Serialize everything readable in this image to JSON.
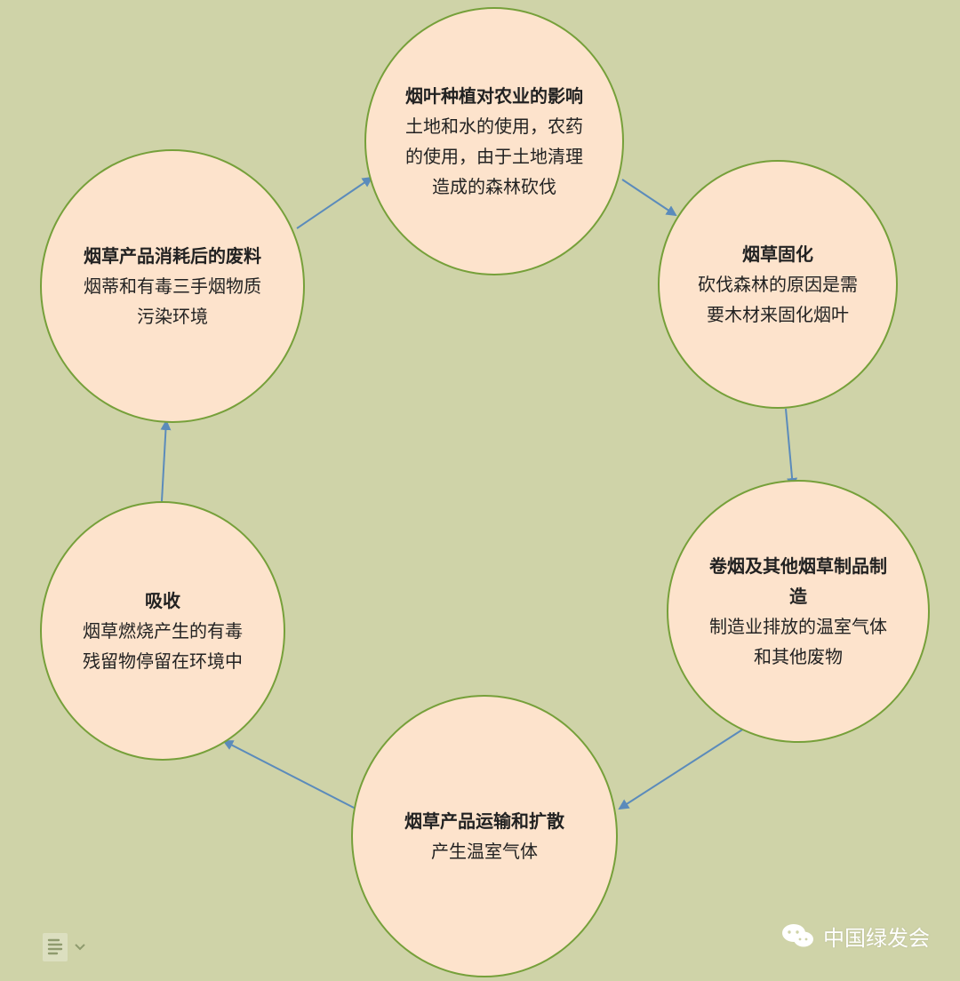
{
  "diagram": {
    "nodes": [
      {
        "id": "leaf-cultivation",
        "title": "烟叶种植对农业的影响",
        "body": "土地和水的使用，农药的使用，由于土地清理造成的森林砍伐",
        "inline_title": true
      },
      {
        "id": "curing",
        "title": "烟草固化",
        "body": "砍伐森林的原因是需要木材来固化烟叶",
        "inline_title": false
      },
      {
        "id": "manufacturing",
        "title": "卷烟及其他烟草制品制造",
        "body": "制造业排放的温室气体和其他废物",
        "inline_title": false
      },
      {
        "id": "transport",
        "title": "烟草产品运输和扩散",
        "body": "产生温室气体",
        "inline_title": false
      },
      {
        "id": "absorption",
        "title": "吸收",
        "body": "烟草燃烧产生的有毒残留物停留在环境中",
        "inline_title": false
      },
      {
        "id": "post-consumption-waste",
        "title": "烟草产品消耗后的废料",
        "body": "烟蒂和有毒三手烟物质污染环境",
        "inline_title": false
      }
    ]
  },
  "watermark": {
    "text": "中国绿发会",
    "icon": "wechat-icon"
  },
  "document_icon": {
    "icon": "document-icon",
    "dropdown_icon": "chevron-down-icon"
  },
  "colors": {
    "background": "#cfd3a8",
    "node_fill": "#fde3cc",
    "node_border": "#76a03a",
    "arrow": "#5b8bbb"
  }
}
